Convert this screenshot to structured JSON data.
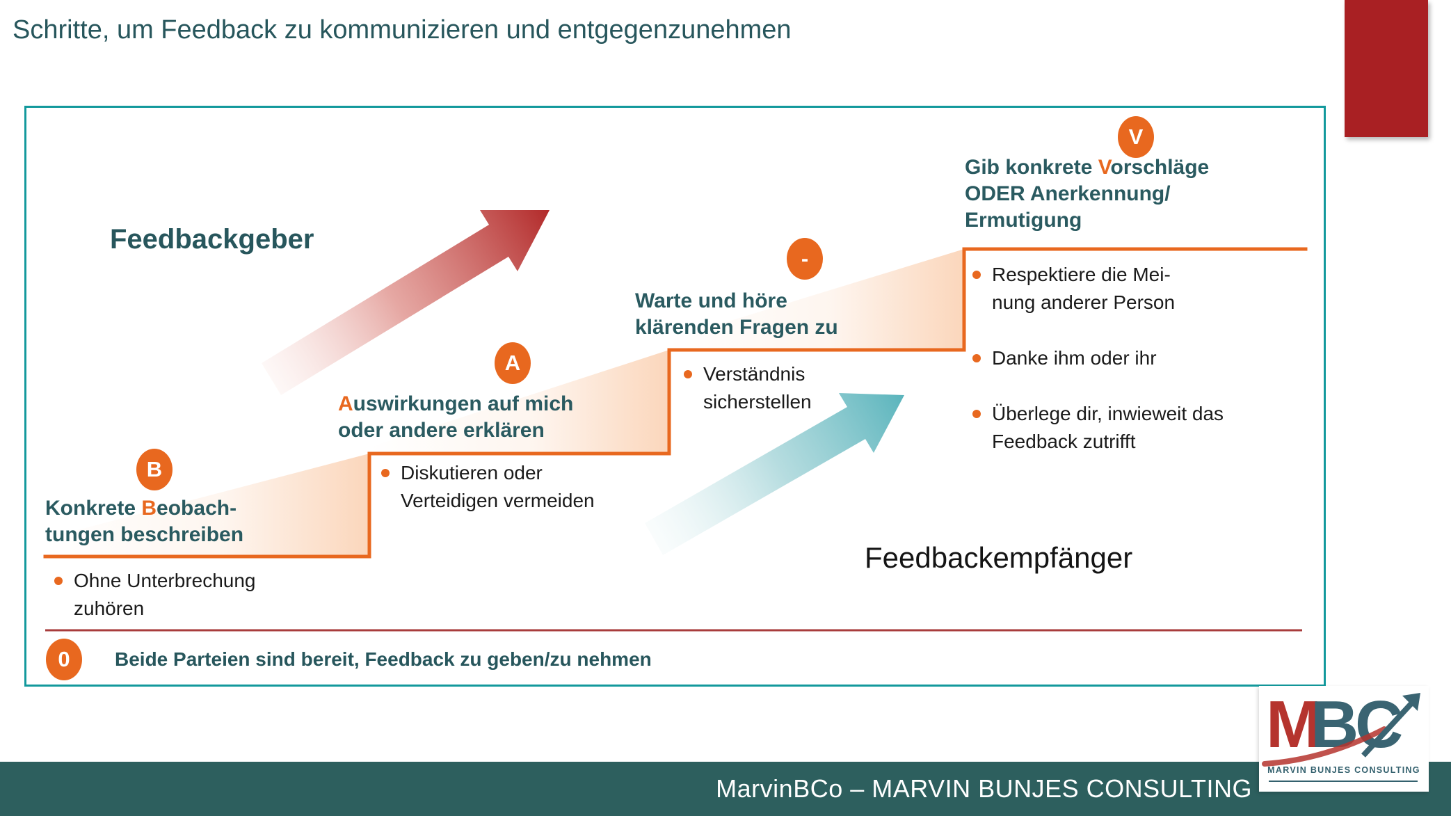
{
  "page": {
    "title": "Schritte, um Feedback zu kommunizieren und entgegenzunehmen"
  },
  "labels": {
    "giver": "Feedbackgeber",
    "receiver": "Feedbackempfänger"
  },
  "steps": [
    {
      "badge": "B",
      "title": {
        "pre": "Konkrete ",
        "accent": "B",
        "post": "eobach-",
        "line2": "tungen beschreiben"
      },
      "bullets": [
        {
          "lines": [
            "Ohne Unterbrechung",
            "zuhören"
          ]
        }
      ]
    },
    {
      "badge": "A",
      "title": {
        "pre": "",
        "accent": "A",
        "post": "uswirkungen auf mich",
        "line2": "oder andere erklären"
      },
      "bullets": [
        {
          "lines": [
            "Diskutieren oder",
            "Verteidigen vermeiden"
          ]
        }
      ]
    },
    {
      "badge": "-",
      "title": {
        "pre": "",
        "accent": "",
        "post": "Warte und höre",
        "line2": "klärenden Fragen zu"
      },
      "bullets": [
        {
          "lines": [
            "Verständnis",
            "sicherstellen"
          ]
        }
      ]
    },
    {
      "badge": "V",
      "title": {
        "pre": "Gib konkrete ",
        "accent": "V",
        "post": "orschläge",
        "line2": "ODER Anerkennung/",
        "line3": "Ermutigung"
      },
      "bullets": [
        {
          "lines": [
            "Respektiere die Mei-",
            "nung anderer Person"
          ]
        },
        {
          "lines": [
            "Danke ihm oder ihr"
          ]
        },
        {
          "lines": [
            "Überlege dir, inwieweit das",
            "Feedback zutrifft"
          ]
        }
      ]
    }
  ],
  "baseline": {
    "badge": "0",
    "text": "Beide Parteien sind bereit, Feedback zu geben/zu nehmen"
  },
  "footer": {
    "text": "MarvinBCo – MARVIN BUNJES CONSULTING"
  },
  "logo": {
    "m": "M",
    "b": "B",
    "c": "C",
    "wordmark": "MARVIN BUNJES CONSULTING"
  },
  "colors": {
    "accent_orange": "#e8681f",
    "teal_border": "#13999c",
    "heading_teal": "#2a5a60",
    "title_teal": "#27565c",
    "footer_teal": "#2d5f5e",
    "red_block": "#a92023",
    "arrow_red": "#b22a2a",
    "arrow_teal": "#5ab4bc",
    "separator_red": "#a83c3c"
  }
}
